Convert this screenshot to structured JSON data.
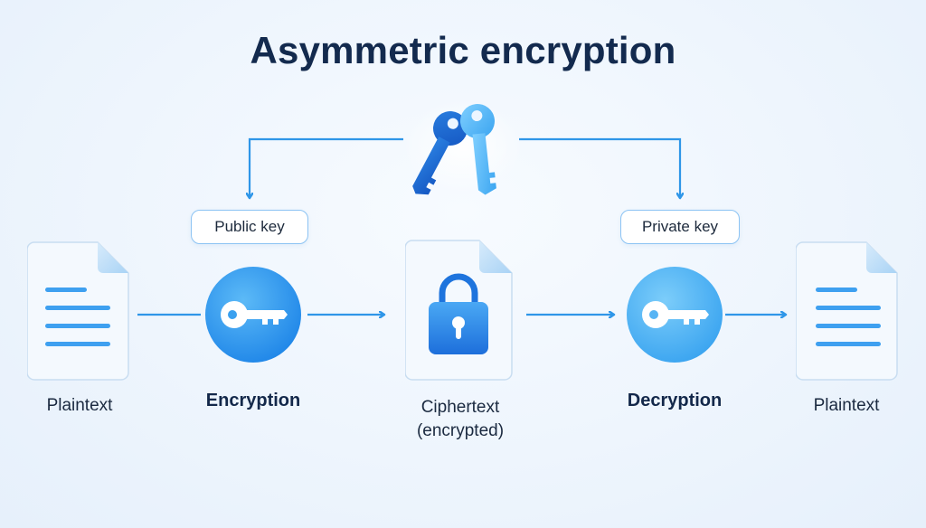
{
  "diagram": {
    "title": "Asymmetric encryption",
    "public_key_label": "Public key",
    "private_key_label": "Private key",
    "steps": {
      "plaintext_in": "Plaintext",
      "encryption": "Encryption",
      "ciphertext_line1": "Ciphertext",
      "ciphertext_line2": "(encrypted)",
      "decryption": "Decryption",
      "plaintext_out": "Plaintext"
    }
  },
  "colors": {
    "arrow": "#2f96e8",
    "circle_light": "#5cbaf7",
    "circle_dark": "#1f86e8",
    "title": "#132a4e"
  },
  "icons": [
    "key-pair-icon",
    "document-icon",
    "key-icon",
    "padlock-icon"
  ]
}
